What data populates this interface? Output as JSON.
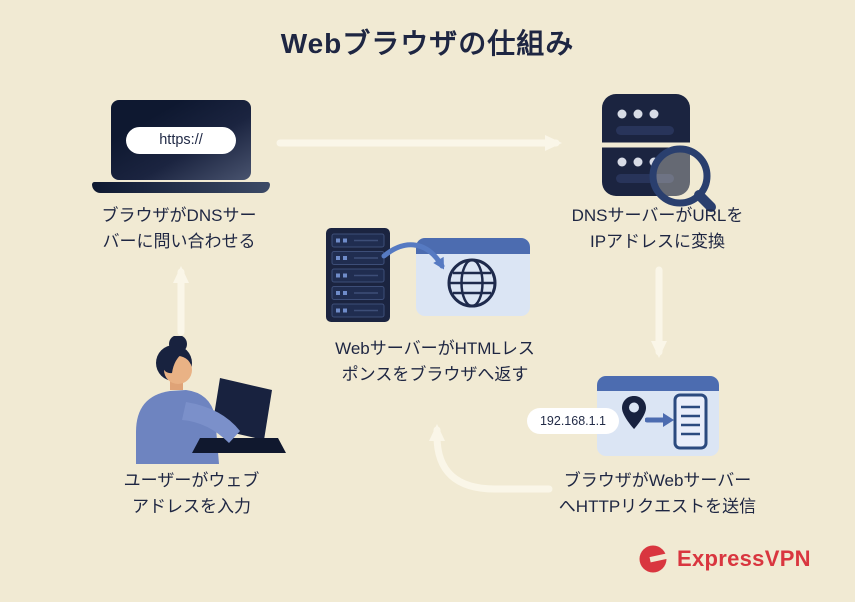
{
  "title": "Webブラウザの仕組み",
  "diagram": {
    "steps": {
      "browser_queries_dns": {
        "caption": "ブラウザがDNSサー\nバーに問い合わせる",
        "address_bar_text": "https://"
      },
      "dns_resolves": {
        "caption": "DNSサーバーがURLを\nIPアドレスに変換"
      },
      "server_returns_html": {
        "caption": "WebサーバーがHTMLレス\nポンスをブラウザへ返す"
      },
      "user_enters_address": {
        "caption": "ユーザーがウェブ\nアドレスを入力"
      },
      "browser_sends_request": {
        "caption": "ブラウザがWebサーバー\nへHTTPリクエストを送信",
        "ip_address": "192.168.1.1"
      }
    }
  },
  "brand": {
    "name": "ExpressVPN"
  },
  "colors": {
    "background": "#f1ead3",
    "navy": "#1b2440",
    "blue": "#4c6cb0",
    "light_blue_panel": "#dbe5f4",
    "arrow_cream": "#faf6e8",
    "brand_red": "#d9363f",
    "skin": "#e9b285",
    "jacket_blue": "#6e84c0"
  }
}
